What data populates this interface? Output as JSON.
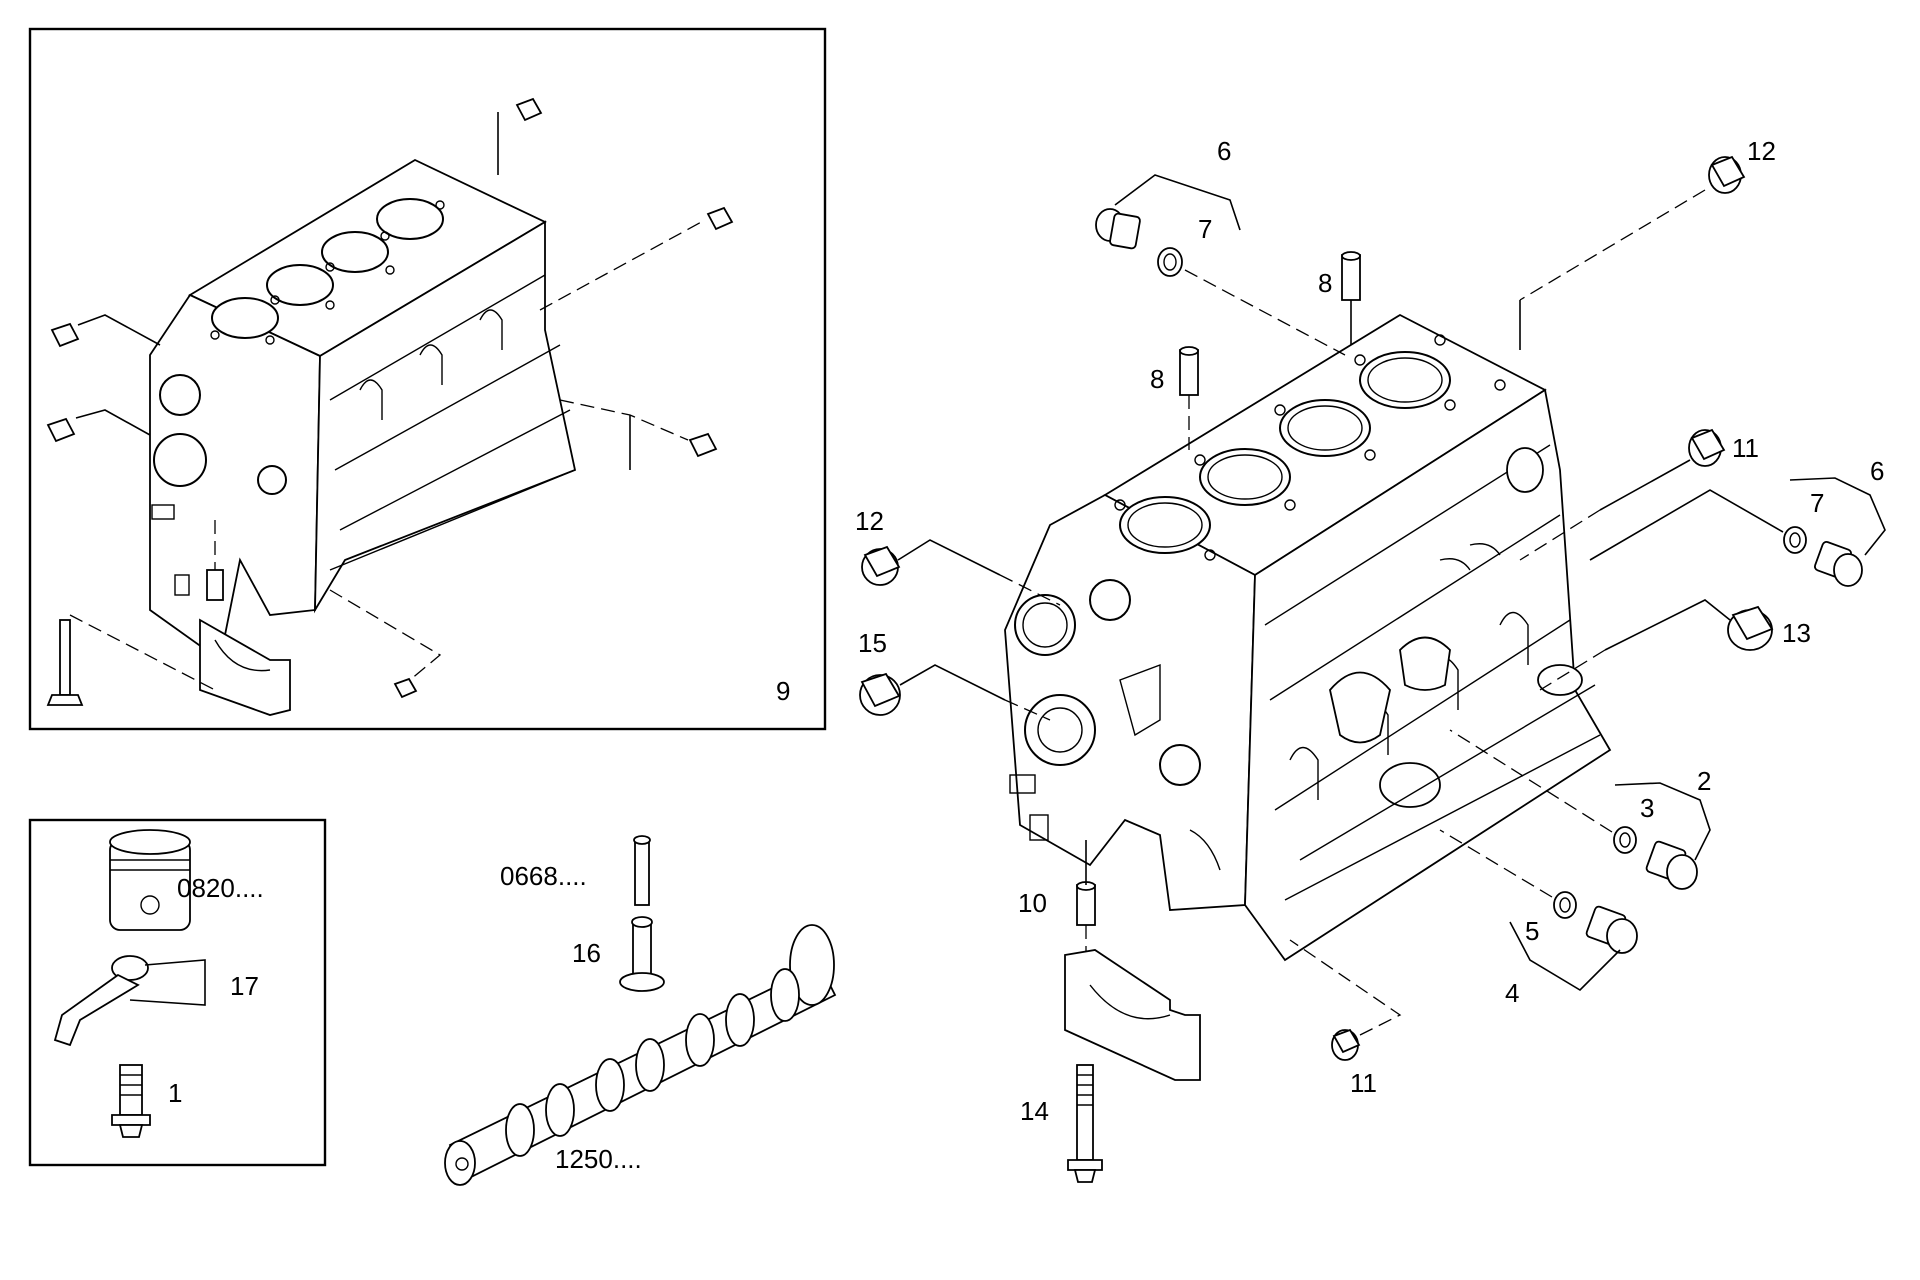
{
  "callouts": {
    "p6_top": "6",
    "p7_top": "7",
    "p12_top": "12",
    "p8_upper": "8",
    "p8_lower": "8",
    "p11_right": "11",
    "p6_right": "6",
    "p7_right": "7",
    "p12_left": "12",
    "p13": "13",
    "p15": "15",
    "p2": "2",
    "p3": "3",
    "p5": "5",
    "p4": "4",
    "p10": "10",
    "p14": "14",
    "p11_bottom": "11",
    "p9": "9",
    "p16": "16",
    "p0668": "0668....",
    "p1250": "1250....",
    "p0820": "0820....",
    "p17": "17",
    "p1": "1"
  }
}
